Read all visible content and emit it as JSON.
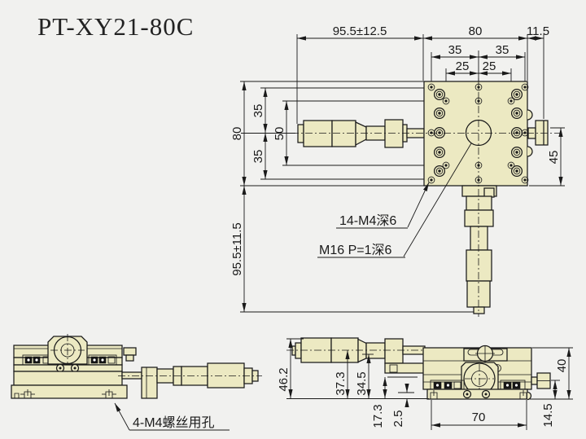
{
  "title": "PT-XY21-80C",
  "colors": {
    "background": "#f1f1ef",
    "part_fill": "#ece9c2",
    "line": "#1a1a1a"
  },
  "top": {
    "dims": {
      "travel_x": "95.5±12.5",
      "width": "80",
      "knob": "11.5",
      "t35l": "35",
      "t35r": "35",
      "t25l": "25",
      "t25r": "25",
      "height": "80",
      "v35t": "35",
      "v50": "50",
      "v35b": "35",
      "travel_y": "95.5±11.5",
      "v45": "45"
    },
    "labels": {
      "holes": "14-M4深6",
      "thread": "M16 P=1深6"
    }
  },
  "left": {
    "label": "4-M4螺丝用孔"
  },
  "right": {
    "dims": {
      "h462": "46.2",
      "h373": "37.3",
      "h345": "34.5",
      "h173": "17.3",
      "h25": "2.5",
      "w70": "70",
      "h145": "14.5",
      "h40": "40"
    }
  }
}
